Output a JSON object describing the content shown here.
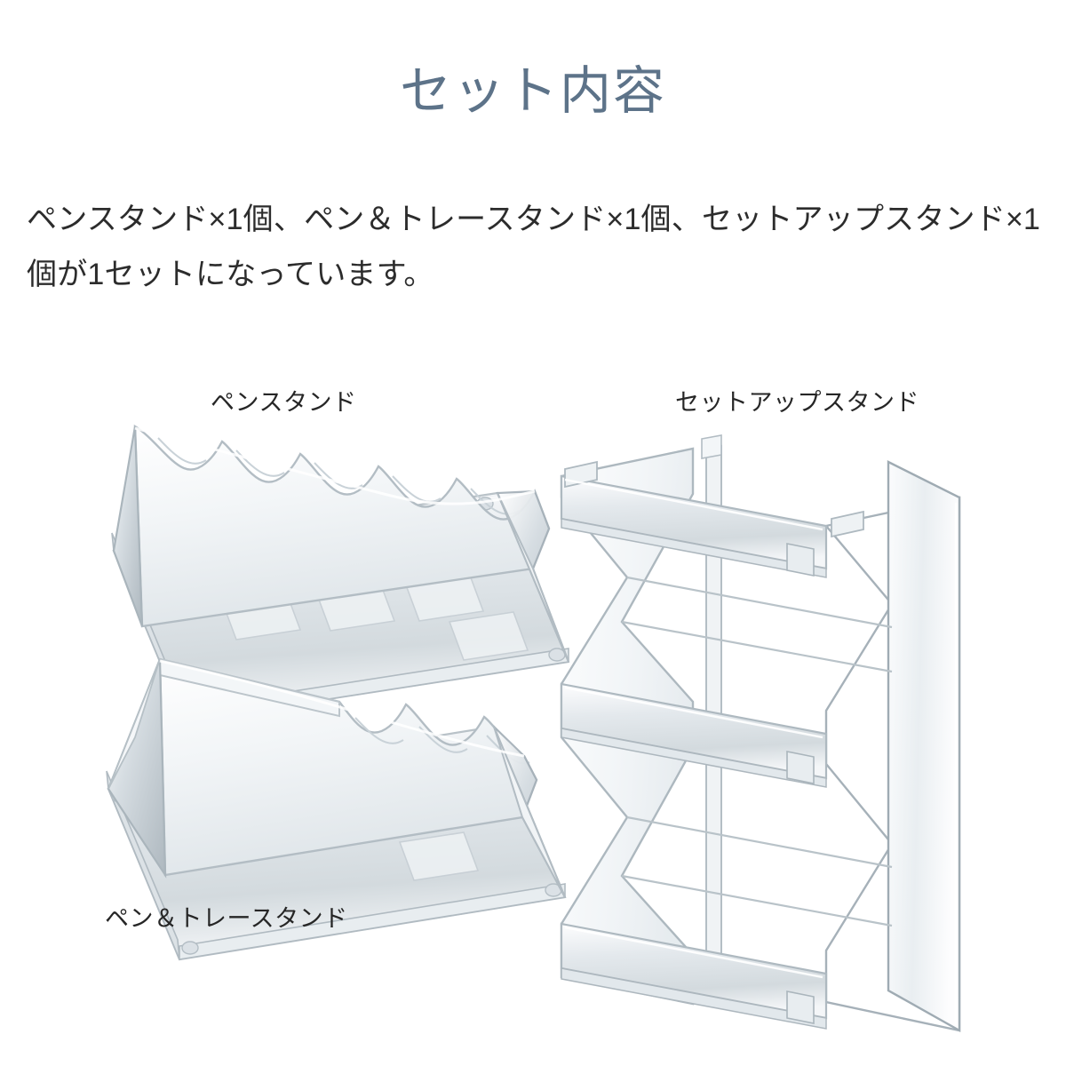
{
  "page": {
    "background_color": "#ffffff",
    "title": "セット内容",
    "title_color": "#5d7389",
    "body_text_color": "#2c2c2c",
    "label_text_color": "#262626"
  },
  "description": {
    "text": "ペンスタンド×1個、ペン＆トレースタンド×1個、セットアップスタンド×1個が1セットになっています。"
  },
  "products": [
    {
      "id": "pen-stand",
      "label": "ペンスタンド",
      "notches": 7,
      "material": "clear acrylic"
    },
    {
      "id": "pen-tray-stand",
      "label": "ペン＆トレースタンド",
      "notches": 3,
      "material": "clear acrylic"
    },
    {
      "id": "setup-stand",
      "label": "セットアップスタンド",
      "tiers": 3,
      "material": "clear acrylic"
    }
  ],
  "colors": {
    "acrylic_edge": "#b9c2c8",
    "acrylic_face": "#eef1f3",
    "acrylic_highlight": "#ffffff",
    "acrylic_shadow": "#c9d0d5"
  }
}
